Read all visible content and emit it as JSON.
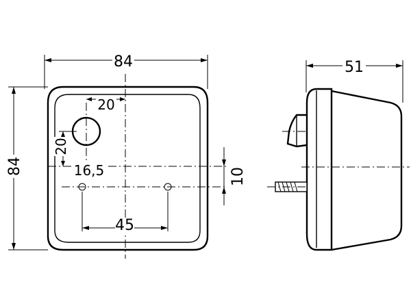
{
  "front_view": {
    "width_label": "84",
    "height_label": "84",
    "bulb_width_label": "20",
    "bulb_height_label": "20",
    "bulb_offset_label": "16,5",
    "hole_spacing_label": "45",
    "hole_offset_label": "10"
  },
  "side_view": {
    "depth_label": "51"
  }
}
